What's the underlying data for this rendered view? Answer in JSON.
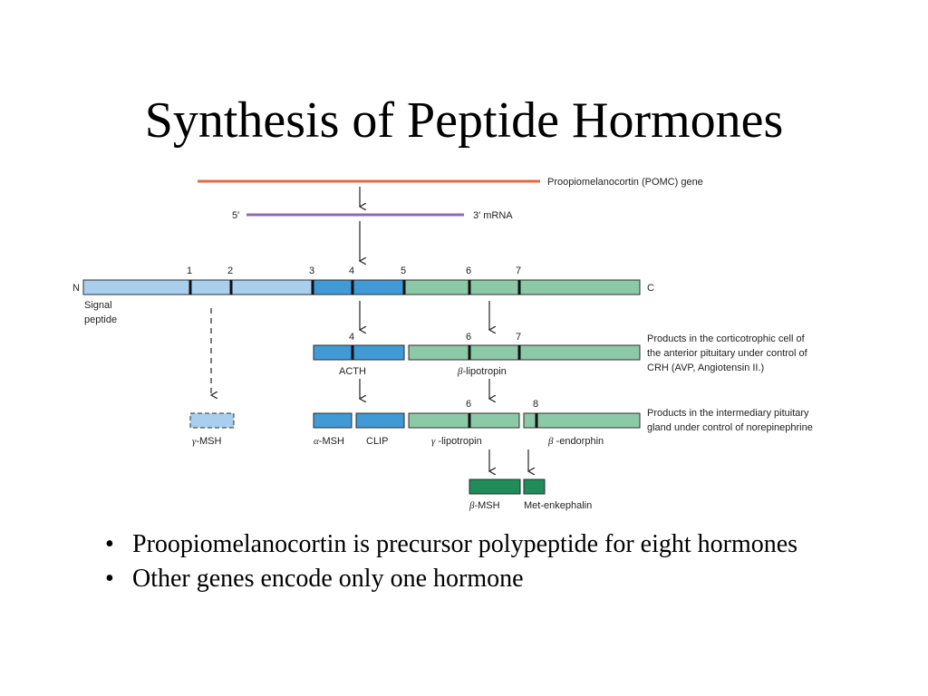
{
  "slide": {
    "title": "Synthesis of Peptide Hormones",
    "bullets": [
      "Proopiomelanocortin is precursor polypeptide for eight hormones",
      "Other genes encode only one hormone"
    ]
  },
  "diagram": {
    "gene_label": "Proopiomelanocortin (POMC) gene",
    "mrna_5": "5′",
    "mrna_3": "3′ mRNA",
    "n_terminus": "N",
    "c_terminus": "C",
    "signal_peptide_1": "Signal",
    "signal_peptide_2": "peptide",
    "cleavage_sites": [
      "1",
      "2",
      "3",
      "4",
      "5",
      "6",
      "7"
    ],
    "row2_site_4": "4",
    "row2_site_6": "6",
    "row2_site_7": "7",
    "row3_site_6": "6",
    "row3_site_8": "8",
    "acth": "ACTH",
    "beta_lipotropin_symbol": "β",
    "beta_lipotropin": "-lipotropin",
    "gamma_msh_symbol": "γ",
    "gamma_msh": "-MSH",
    "alpha_msh_symbol": "α",
    "alpha_msh": "-MSH",
    "clip": "CLIP",
    "gamma_lipotropin_symbol": "γ",
    "gamma_lipotropin": " -lipotropin",
    "beta_endorphin_symbol": "β",
    "beta_endorphin": " -endorphin",
    "beta_msh_symbol": "β",
    "beta_msh": "-MSH",
    "met_enkephalin": "Met-enkephalin",
    "note_cortico": [
      "Products in the corticotrophic cell of",
      "the anterior pituitary under control of",
      "CRH (AVP, Angiotensin II.)"
    ],
    "note_intermediary": [
      "Products in the intermediary pituitary",
      "gland under control of norepinephrine"
    ],
    "colors": {
      "gene": "#e06a4a",
      "mrna": "#8a6bb4",
      "light_blue": "#a9cfee",
      "mid_blue": "#3f9ad6",
      "green": "#8cc9a6",
      "dark_green": "#1f8c5a",
      "outline": "#2e2e2e"
    }
  }
}
